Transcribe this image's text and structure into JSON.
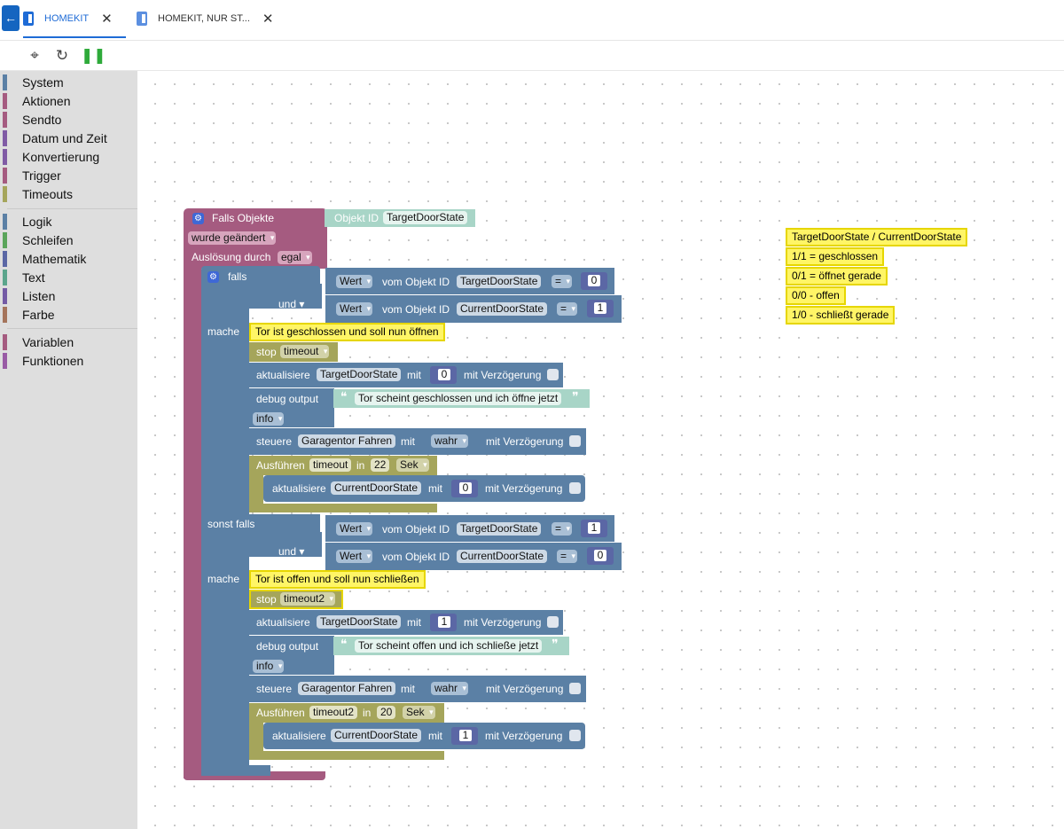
{
  "tabs": [
    {
      "label": "HOMEKIT",
      "active": true
    },
    {
      "label": "HOMEKIT, NUR ST...",
      "active": false
    }
  ],
  "toolbar": {
    "icons": [
      "crosshair-icon",
      "reload-icon",
      "pause-icon"
    ]
  },
  "sidebar": {
    "group1": [
      {
        "label": "System",
        "color": "#5b80a5"
      },
      {
        "label": "Aktionen",
        "color": "#a55b80"
      },
      {
        "label": "Sendto",
        "color": "#a55b80"
      },
      {
        "label": "Datum und Zeit",
        "color": "#805ba5"
      },
      {
        "label": "Konvertierung",
        "color": "#805ba5"
      },
      {
        "label": "Trigger",
        "color": "#a55b80"
      },
      {
        "label": "Timeouts",
        "color": "#a5a55b"
      }
    ],
    "group2": [
      {
        "label": "Logik",
        "color": "#5b80a5"
      },
      {
        "label": "Schleifen",
        "color": "#5ba55b"
      },
      {
        "label": "Mathematik",
        "color": "#5b67a5"
      },
      {
        "label": "Text",
        "color": "#5ba58c"
      },
      {
        "label": "Listen",
        "color": "#745ba5"
      },
      {
        "label": "Farbe",
        "color": "#a5745b"
      }
    ],
    "group3": [
      {
        "label": "Variablen",
        "color": "#a55b80"
      },
      {
        "label": "Funktionen",
        "color": "#995ba5"
      }
    ]
  },
  "blocks": {
    "trigger_title": "Falls Objekte",
    "object_id_label": "Objekt ID",
    "object_id_value": "TargetDoorState",
    "changed": "wurde geändert",
    "trigger_by": "Auslösung durch",
    "trigger_by_value": "egal",
    "falls": "falls",
    "und": "und",
    "mache": "mache",
    "sonst_falls": "sonst falls",
    "wert": "Wert",
    "vom_objekt": "vom Objekt ID",
    "target": "TargetDoorState",
    "current": "CurrentDoorState",
    "eq": "=",
    "mit": "mit",
    "mit_verz": "mit Verzögerung",
    "stop": "stop",
    "aktualisiere": "aktualisiere",
    "debug_output": "debug output",
    "info": "info",
    "steuere": "steuere",
    "garage": "Garagentor Fahren",
    "wahr": "wahr",
    "ausfuehren": "Ausführen",
    "in": "in",
    "sek": "Sek",
    "branch1": {
      "cond_target": "0",
      "cond_current": "1",
      "comment": "Tor ist geschlossen und soll nun öffnen",
      "timeout": "timeout",
      "update_val": "0",
      "debug_text": "Tor scheint geschlossen und ich öffne jetzt",
      "delay": "22",
      "current_val": "0"
    },
    "branch2": {
      "cond_target": "1",
      "cond_current": "0",
      "comment": "Tor ist offen und soll nun schließen",
      "timeout": "timeout2",
      "update_val": "1",
      "debug_text": "Tor scheint offen und ich schließe jetzt",
      "delay": "20",
      "current_val": "1"
    }
  },
  "legend": [
    "TargetDoorState / CurrentDoorState",
    "1/1 = geschlossen",
    "0/1 = öffnet gerade",
    "0/0 - offen",
    "1/0 - schließt gerade"
  ]
}
